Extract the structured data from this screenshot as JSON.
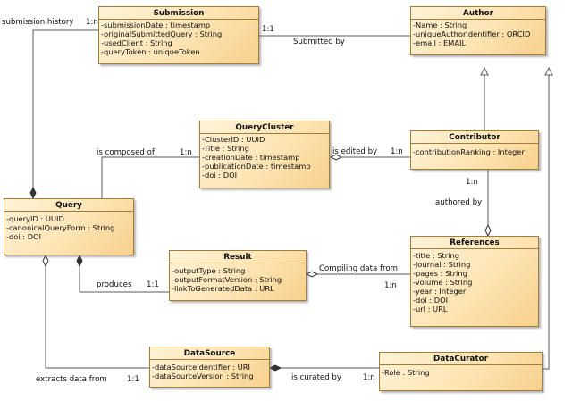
{
  "classes": {
    "submission": {
      "name": "Submission",
      "attributes": [
        "-submissionDate : timestamp",
        "-originalSubmittedQuery : String",
        "-usedClient : String",
        "-queryToken : uniqueToken"
      ]
    },
    "author": {
      "name": "Author",
      "attributes": [
        "-Name : String",
        "-uniqueAuthorIdentifier : ORCID",
        "-email : EMAIL"
      ]
    },
    "querycluster": {
      "name": "QueryCluster",
      "attributes": [
        "-ClusterID : UUID",
        "-Title : String",
        "-creationDate : timestamp",
        "-publicationDate : timestamp",
        "-doi : DOI"
      ]
    },
    "contributor": {
      "name": "Contributor",
      "attributes": [
        "-contributionRanking : Integer"
      ]
    },
    "query": {
      "name": "Query",
      "attributes": [
        "-queryID : UUID",
        "-canonicalQueryForm : String",
        "-doi : DOI"
      ]
    },
    "result": {
      "name": "Result",
      "attributes": [
        "-outputType : String",
        "-outputFormatVersion : String",
        "-linkToGeneratedData : URL"
      ]
    },
    "references": {
      "name": "References",
      "attributes": [
        "-title : String",
        "-journal : String",
        "-pages : String",
        "-volume : String",
        "-year : Integer",
        "-doi : DOI",
        "-url : URL"
      ]
    },
    "datasource": {
      "name": "DataSource",
      "attributes": [
        "-dataSourceIdentifier : URI",
        "-dataSourceVersion : String"
      ]
    },
    "datacurator": {
      "name": "DataCurator",
      "attributes": [
        "-Role : String"
      ]
    }
  },
  "labels": {
    "submission_history": "submission history",
    "submission_history_mult": "1:n",
    "submitted_by_mult": "1:1",
    "submitted_by": "Submitted by",
    "is_composed_of": "is composed of",
    "is_composed_of_mult": "1:n",
    "is_edited_by": "is edited by",
    "is_edited_by_mult": "1:n",
    "authored_by_mult": "1:n",
    "authored_by": "authored by",
    "compiling_data_from": "Compiling data from",
    "compiling_mult": "1:n",
    "produces": "produces",
    "produces_mult": "1:1",
    "extracts_data_from": "extracts data from",
    "extracts_mult": "1:1",
    "is_curated_by": "is curated by",
    "is_curated_by_mult": "1:n"
  },
  "colors": {
    "box_fill": "#fde4b3",
    "box_border": "#a67c3a",
    "line": "#5a5a5a"
  }
}
